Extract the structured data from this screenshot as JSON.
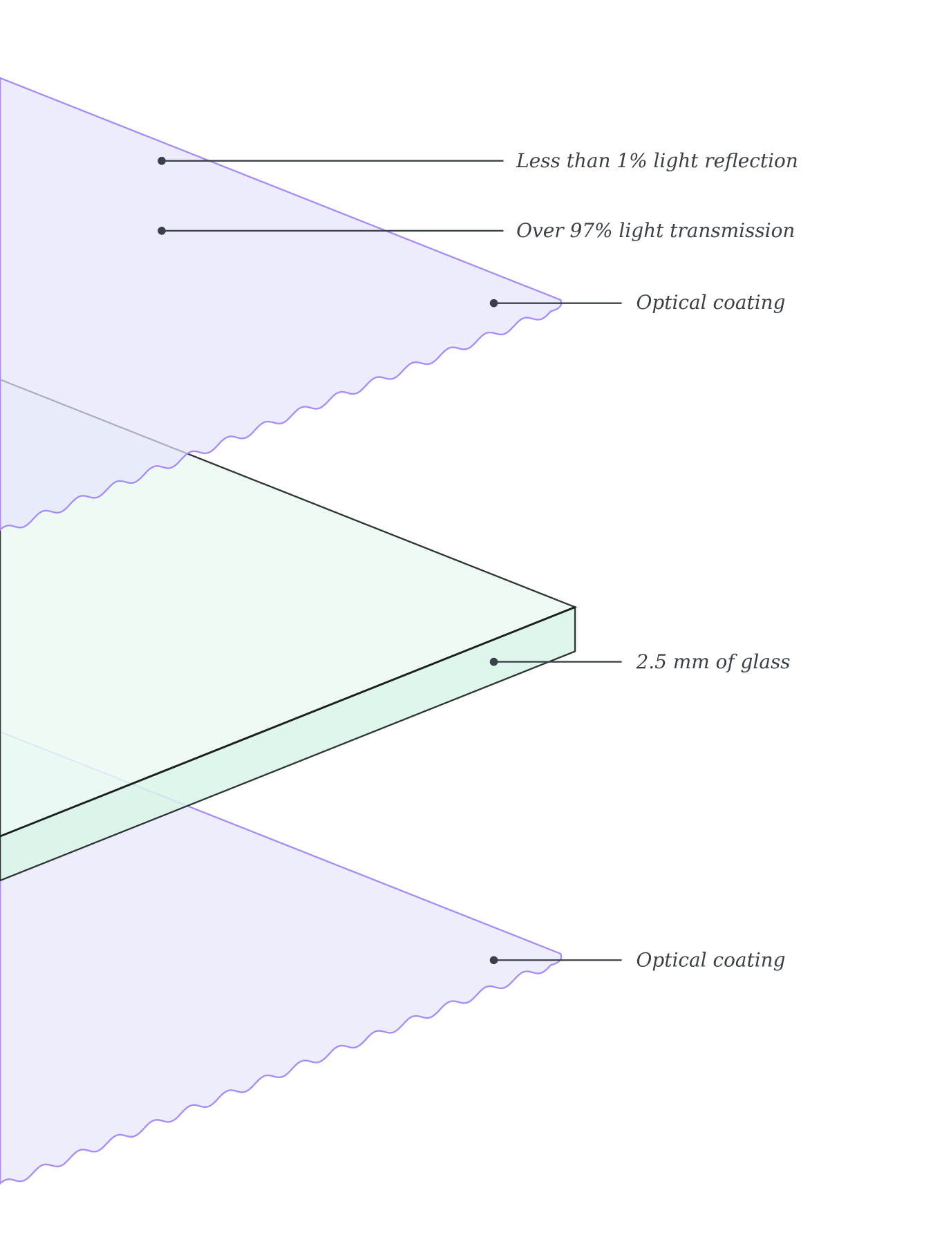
{
  "labels": {
    "reflection": "Less than 1% light reflection",
    "transmission": "Over 97% light transmission",
    "top_coating": "Optical coating",
    "glass": "2.5 mm of glass",
    "bottom_coating": "Optical coating"
  },
  "colors": {
    "coating_fill": "#ecebfc",
    "coating_stroke": "#a78bfa",
    "glass_top": "#eafaf2",
    "glass_side": "#d9f5e7",
    "glass_stroke": "#2e3436",
    "text": "#3a4048"
  }
}
